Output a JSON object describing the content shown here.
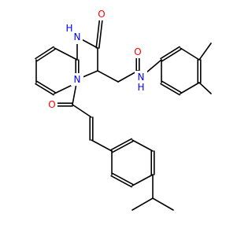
{
  "colors": {
    "bond": "#000000",
    "nitrogen": "#0000ff",
    "oxygen": "#ff0000",
    "background": "#ffffff"
  },
  "atom_labels": {
    "ring_nh": "H",
    "ring_nh_n": "N",
    "lactam_o": "O",
    "ring_n": "N",
    "acryloyl_o": "O",
    "amide_o": "O",
    "amide_n": "N",
    "amide_h": "H"
  }
}
